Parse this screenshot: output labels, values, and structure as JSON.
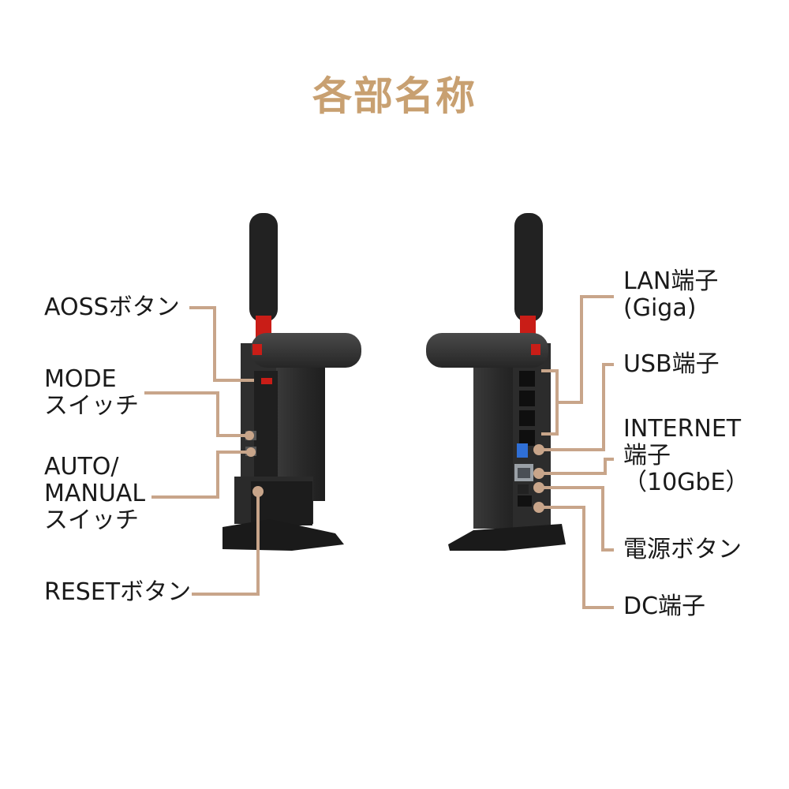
{
  "title": "各部名称",
  "colors": {
    "accent": "#c8a071",
    "leader_line": "#c8a58a",
    "device_body": "#2b2b2b",
    "antenna_joint": "#d0201a"
  },
  "left_labels": {
    "aoss": "AOSSボタン",
    "mode_line1": "MODE",
    "mode_line2": "スイッチ",
    "auto_line1": "AUTO/",
    "auto_line2": "MANUAL",
    "auto_line3": "スイッチ",
    "reset": "RESETボタン"
  },
  "right_labels": {
    "lan_line1": "LAN端子",
    "lan_line2": "(Giga)",
    "usb": "USB端子",
    "internet_line1": "INTERNET",
    "internet_line2": "端子",
    "internet_line3": "（10GbE）",
    "power": "電源ボタン",
    "dc": "DC端子"
  }
}
